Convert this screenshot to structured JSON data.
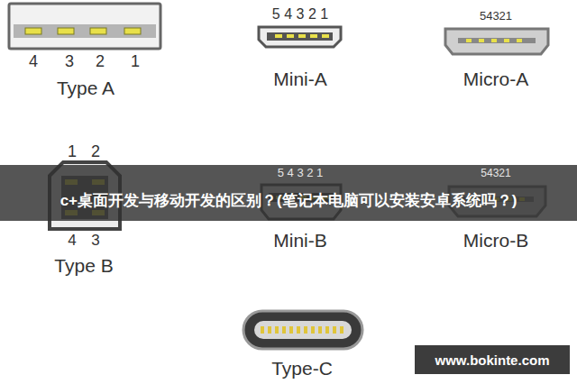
{
  "diagram": {
    "nodes": [
      {
        "text": [
          "c+桌面开发与移动开发的区别？(笔记本电脑可以安装安卓系统吗？)"
        ]
      },
      {
        "text": [
          "www.bokinte.com"
        ]
      }
    ],
    "labels": [
      "4",
      "3",
      "2",
      "1",
      "Type A",
      "5 4 3 2 1",
      "Mini-A",
      "54321",
      "Micro-A",
      "1",
      "2",
      "4",
      "3",
      "Type B",
      "5 4 3 2 1",
      "Mini-B",
      "54321",
      "Micro-B",
      "Type-C"
    ]
  }
}
